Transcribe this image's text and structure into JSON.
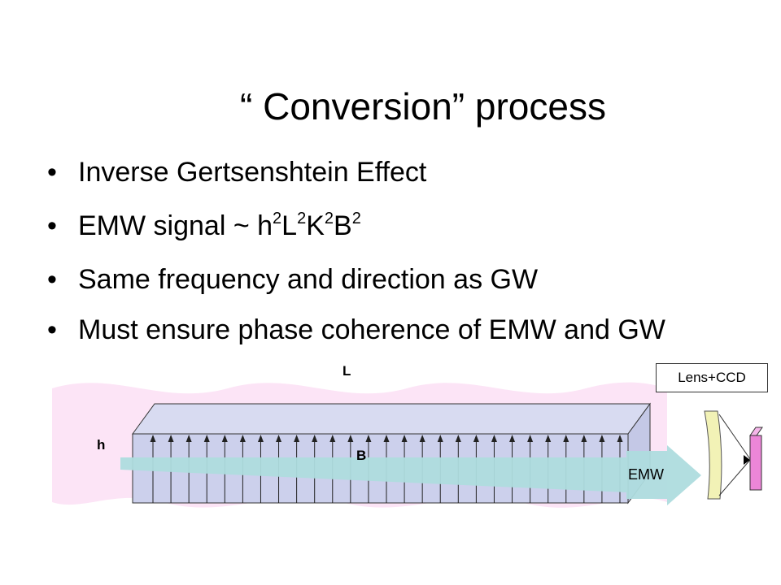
{
  "slide": {
    "title": "“ Conversion” process",
    "bullets": [
      {
        "text": "Inverse Gertsenshtein Effect"
      },
      {
        "parts": [
          "EMW signal ~ h",
          "2",
          "L",
          "2",
          "K",
          "2",
          "B",
          "2"
        ]
      },
      {
        "text": "Same frequency and direction as GW"
      },
      {
        "text": "Must ensure phase coherence of EMW and GW"
      }
    ],
    "bullet_glyph": "•"
  },
  "diagram": {
    "label_L": "L",
    "label_h": "h",
    "label_B": "B",
    "label_lens": "Lens+CCD",
    "label_emw": "EMW",
    "colors": {
      "wave_band": "#fce4f6",
      "magnet_front": "#ccd0ec",
      "magnet_top": "#d8dbf1",
      "beam": "#aedcde",
      "lens": "#f2f2b6",
      "ccd": "#ec86d8"
    }
  }
}
